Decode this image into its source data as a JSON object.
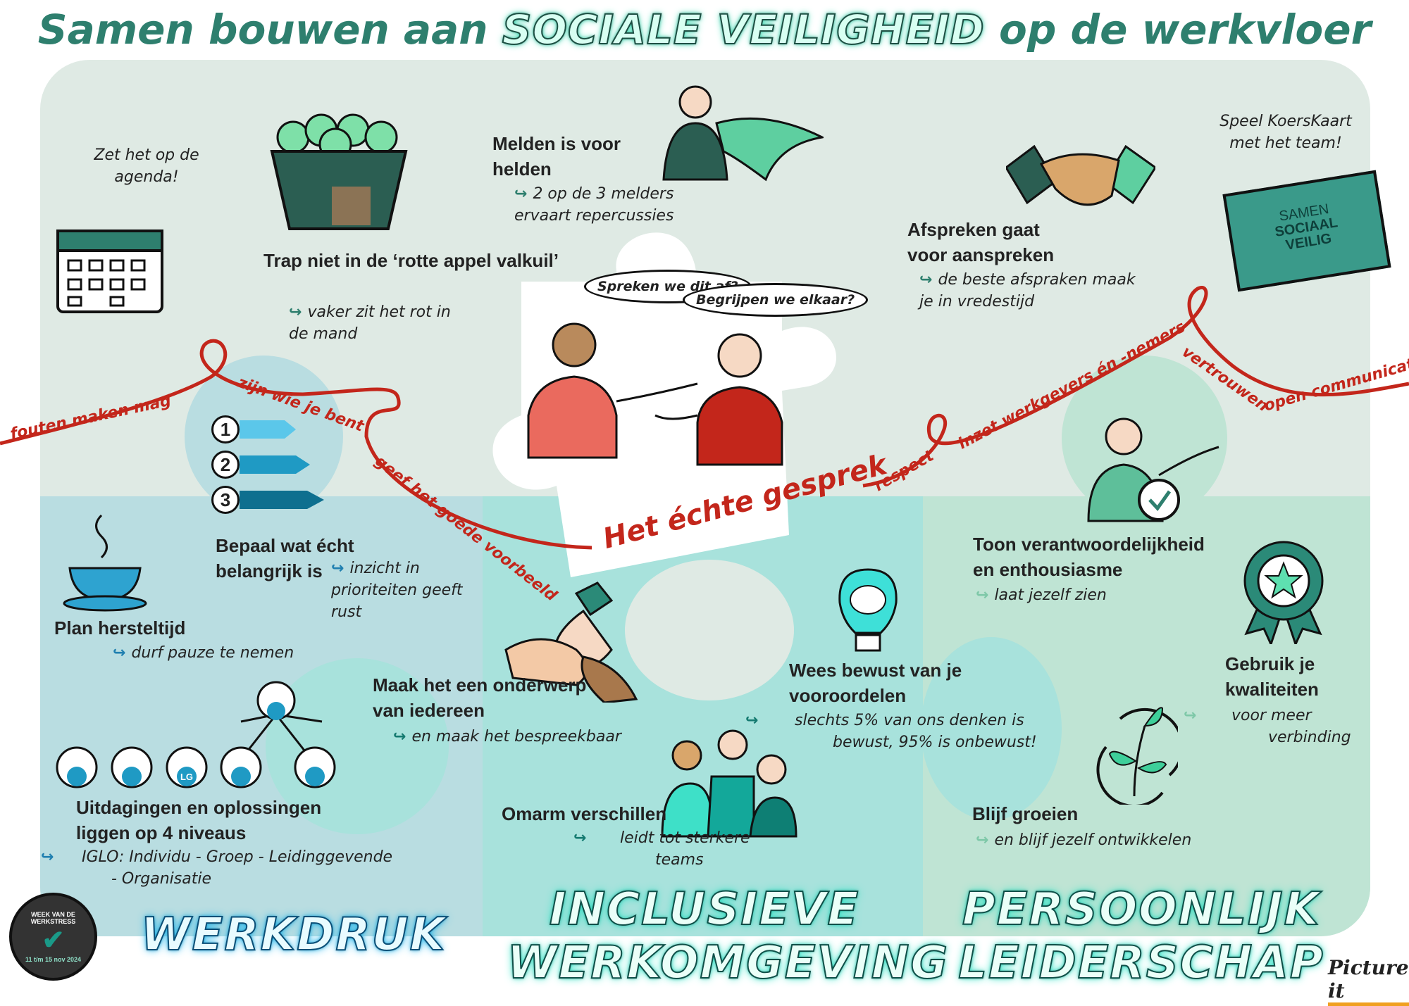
{
  "title": {
    "part1": "Samen bouwen aan",
    "highlight": "SOCIALE VEILIGHEID",
    "part2": "op de werkvloer"
  },
  "top": {
    "agenda_note": "Zet het op de agenda!",
    "rotte_appel": {
      "heading": "Trap niet in de ‘rotte appel valkuil’",
      "sub": "vaker zit het rot in de mand"
    },
    "melden": {
      "heading": "Melden is voor helden",
      "sub": "2 op de 3 melders ervaart repercussies"
    },
    "afspreken": {
      "heading": "Afspreken gaat voor aanspreken",
      "sub": "de beste afspraken maak je in vredestijd"
    },
    "koerskaart": {
      "note": "Speel KoersKaart met het team!",
      "card_line1": "SAMEN",
      "card_line2": "SOCIAAL",
      "card_line3": "VEILIG"
    }
  },
  "center": {
    "bubble_left": "Spreken we dit af?",
    "bubble_right": "Begrijpen we elkaar?",
    "label": "Het échte gesprek"
  },
  "ribbon": [
    "fouten maken mag",
    "zijn wie je bent",
    "geef het goede voorbeeld",
    "respect",
    "inzet werkgevers én -nemers",
    "vertrouwen",
    "open communicatie"
  ],
  "werkdruk": {
    "title": "WERKDRUK",
    "bepaal": {
      "heading": "Bepaal wat écht belangrijk is",
      "sub": "inzicht in prioriteiten geeft rust"
    },
    "priorities": [
      "1",
      "2",
      "3"
    ],
    "hersteltijd": {
      "heading": "Plan hersteltijd",
      "sub": "durf pauze te nemen"
    },
    "niveaus": {
      "heading": "Uitdagingen en oplossingen liggen op 4 niveaus",
      "sub": "IGLO: Individu - Groep - Leidinggevende - Organisatie"
    },
    "lg_badge": "LG"
  },
  "inclusief": {
    "title_line1": "INCLUSIEVE",
    "title_line2": "WERKOMGEVING",
    "onderwerp": {
      "heading": "Maak het een onderwerp van iedereen",
      "sub": "en maak het bespreekbaar"
    },
    "verschillen": {
      "heading": "Omarm verschillen",
      "sub": "leidt tot sterkere teams"
    },
    "vooroordelen": {
      "heading": "Wees bewust van je vooroordelen",
      "sub": "slechts 5% van ons denken is bewust, 95% is onbewust!"
    }
  },
  "leiderschap": {
    "title_line1": "PERSOONLIJK",
    "title_line2": "LEIDERSCHAP",
    "toon": {
      "heading": "Toon verantwoordelijkheid en enthousiasme",
      "sub": "laat jezelf zien"
    },
    "kwaliteiten": {
      "heading": "Gebruik je kwaliteiten",
      "sub": "voor meer verbinding"
    },
    "groeien": {
      "heading": "Blijf groeien",
      "sub": "en blijf jezelf ontwikkelen"
    }
  },
  "logos": {
    "week": "WEEK VAN DE WERKSTRESS",
    "week_dates": "11 t/m 15 nov 2024",
    "pictureit": "Picture it"
  },
  "colors": {
    "ribbon": "#c3261b",
    "top_bg": "#dfeae4",
    "left_bg": "#b9dde1",
    "mid_bg": "#a8e2dc",
    "right_bg": "#bfe4d4",
    "accent": "#2e7f6e"
  }
}
